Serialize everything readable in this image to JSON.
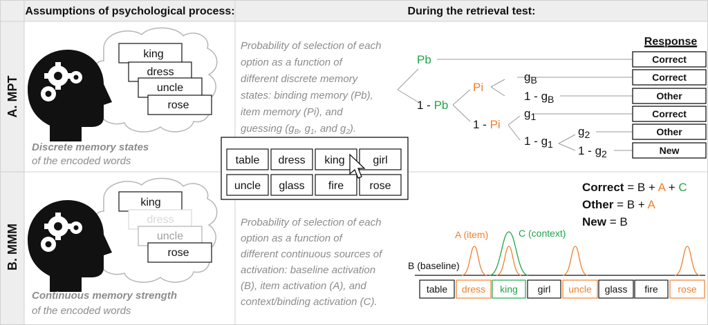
{
  "header": {
    "left": "Assumptions of psychological process:",
    "right": "During the retrieval test:"
  },
  "rows": {
    "mpt_label": "A. MPT",
    "mmm_label": "B. MMM"
  },
  "mpt": {
    "cloud_words": [
      "king",
      "dress",
      "uncle",
      "rose"
    ],
    "caption_bold": "Discrete memory states",
    "caption_rest": "of the encoded words",
    "description": [
      "Probability of selection of each",
      "option as a function of",
      "different discrete memory",
      "states: binding memory (Pb),",
      "item memory (Pi), and",
      "guessing (g"
    ],
    "tree": {
      "pb": "Pb",
      "one_minus": "1 - ",
      "pi": "Pi",
      "gB": "g",
      "gB_sub": "B",
      "g1": "g",
      "g1_sub": "1",
      "g2": "g",
      "g2_sub": "2"
    },
    "response_header": "Response",
    "responses": [
      "Correct",
      "Correct",
      "Other",
      "Correct",
      "Other",
      "New"
    ]
  },
  "grid_words": [
    "table",
    "dress",
    "king",
    "girl",
    "uncle",
    "glass",
    "fire",
    "rose"
  ],
  "mmm": {
    "cloud_words": [
      "king",
      "dress",
      "uncle",
      "rose"
    ],
    "caption_bold": "Continuous memory strength",
    "caption_rest": "of the encoded words",
    "description": [
      "Probability of selection of each",
      "option as a function of",
      "different continuous sources of",
      "activation: baseline activation",
      "(B), item activation (A), and",
      "context/binding activation (C)."
    ],
    "formulas": [
      {
        "label": "Correct",
        "expr": "= B + A + C"
      },
      {
        "label": "Other",
        "expr": "= B + A"
      },
      {
        "label": "New",
        "expr": "= B"
      }
    ],
    "label_item": "A (item)",
    "label_context": "C (context)",
    "label_baseline": "B (baseline)",
    "bottom_words": [
      "table",
      "dress",
      "king",
      "girl",
      "uncle",
      "glass",
      "fire",
      "rose"
    ]
  },
  "colors": {
    "green": "#1ea54a",
    "orange": "#f07f2b",
    "gray": "#8c8c8c"
  }
}
